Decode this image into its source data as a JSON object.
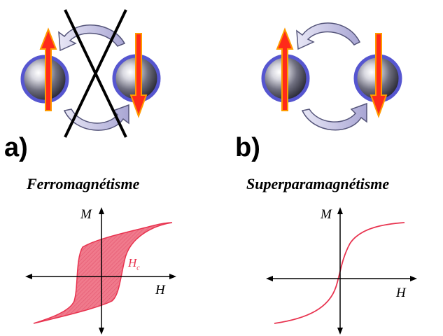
{
  "panels": {
    "a_label": "a)",
    "b_label": "b)"
  },
  "plots": {
    "ferro": {
      "title": "Ferromagnétisme",
      "y_axis_label": "M",
      "x_axis_label": "H",
      "coercive_label": "H",
      "coercive_subscript": "c"
    },
    "superpara": {
      "title": "Superparamagnétisme",
      "y_axis_label": "M",
      "x_axis_label": "H"
    }
  },
  "colors": {
    "spin_arrow": "#ff2a1a",
    "spin_arrow_outline": "#ff8a00",
    "sphere_ring": "#5b5bd6",
    "sphere_core": "#6f6f7a",
    "rotation_arrow_fill": "#c9c7e6",
    "rotation_arrow_stroke": "#55557a",
    "cross": "#000000",
    "curve": "#e8334f",
    "hysteresis_fill": "#f07a8c"
  },
  "icons": [
    "sphere-icon",
    "spin-up-arrow-icon",
    "spin-down-arrow-icon",
    "rotation-arrow-icon",
    "cross-icon"
  ]
}
